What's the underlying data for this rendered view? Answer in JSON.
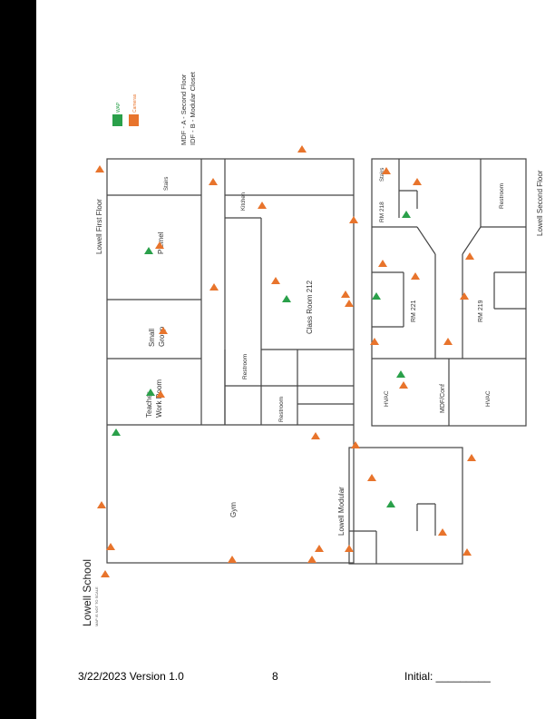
{
  "map": {
    "title": "Lowell School",
    "subtitle": "MAP IS NOT TO SCALE",
    "legend": {
      "wap_label": "WAP",
      "cameras_label": "Cameras",
      "wap_color": "#2aa04a",
      "camera_color": "#e8742c"
    },
    "notes": [
      "MDF - A - Second Floor",
      "IDF - B - Modular Closet"
    ],
    "sections": {
      "first_floor": "Lowell First Floor",
      "second_floor": "Lowell Second Floor",
      "modular": "Lowell Modular"
    },
    "rooms": {
      "gym": "Gym",
      "teacher_work_room": [
        "Teacher",
        "Work Room"
      ],
      "small_group": [
        "Small",
        "Group"
      ],
      "plemel": "Plemel",
      "stairs_first": "Stairs",
      "kitchen": "Kitchen",
      "class_room_212": "Class Room 212",
      "restroom_a": "Restroom",
      "restroom_b": "Restroom",
      "hvac_a": "HVAC",
      "hvac_b": "HVAC",
      "mdf_conf": "MDF/Conf",
      "rm_221": "RM 221",
      "rm_219": "RM 219",
      "rm_218": "RM 218",
      "stairs_second": "Stairs",
      "restroom_second": "Restroom"
    }
  },
  "footer": {
    "date_version": "3/22/2023  Version 1.0",
    "page_number": "8",
    "initial": "Initial: _________"
  }
}
